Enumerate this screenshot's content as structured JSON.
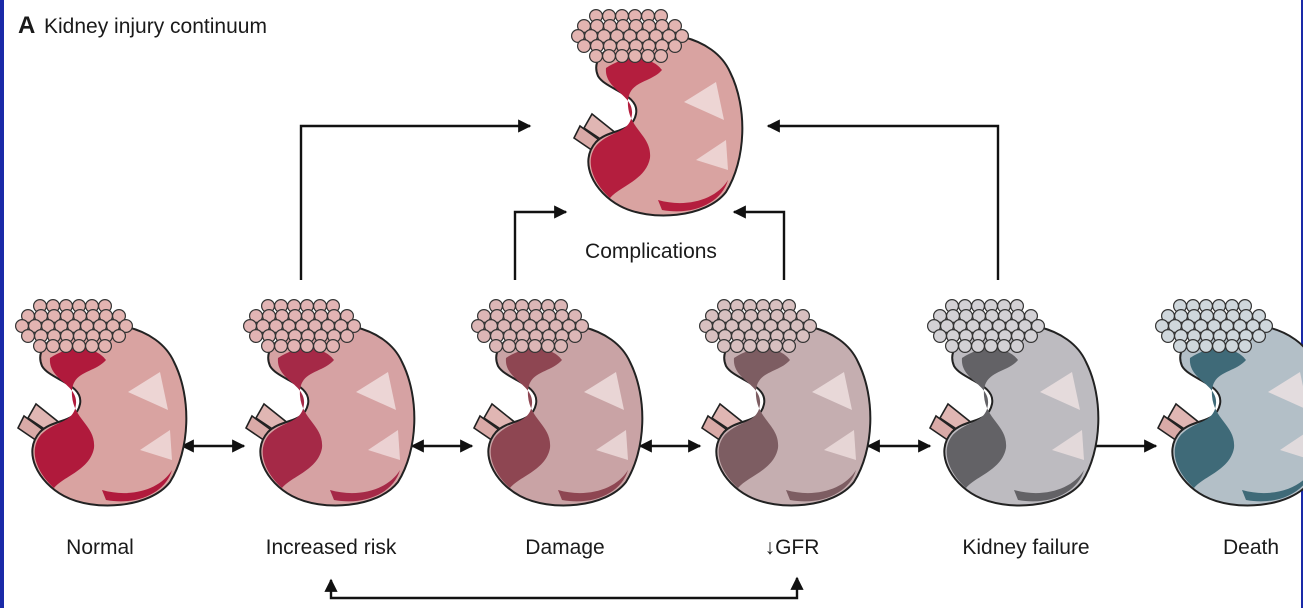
{
  "panel": {
    "letter": "A",
    "title": "Kidney injury continuum"
  },
  "complications": {
    "label": "Complications",
    "colors": {
      "body": "#d9a3a1",
      "accent": "#b41e3e",
      "glom": "#e3b4b1"
    }
  },
  "stages": [
    {
      "label": "Normal",
      "colors": {
        "body": "#d9a3a1",
        "accent": "#b01a3c",
        "glom": "#e3b4b1"
      }
    },
    {
      "label": "Increased risk",
      "colors": {
        "body": "#d6a2a3",
        "accent": "#a52947",
        "glom": "#e2b4b4"
      }
    },
    {
      "label": "Damage",
      "colors": {
        "body": "#c9a3a5",
        "accent": "#8e4652",
        "glom": "#dcb6b6"
      }
    },
    {
      "label": "↓GFR",
      "colors": {
        "body": "#c5aeb0",
        "accent": "#7d5d62",
        "glom": "#d8c0c0"
      }
    },
    {
      "label": "Kidney failure",
      "colors": {
        "body": "#bdbbc0",
        "accent": "#636266",
        "glom": "#d3d1d5"
      }
    },
    {
      "label": "Death",
      "colors": {
        "body": "#b3bfc7",
        "accent": "#3f6a78",
        "glom": "#cfd7dc"
      }
    }
  ],
  "arrow_color": "#111111"
}
